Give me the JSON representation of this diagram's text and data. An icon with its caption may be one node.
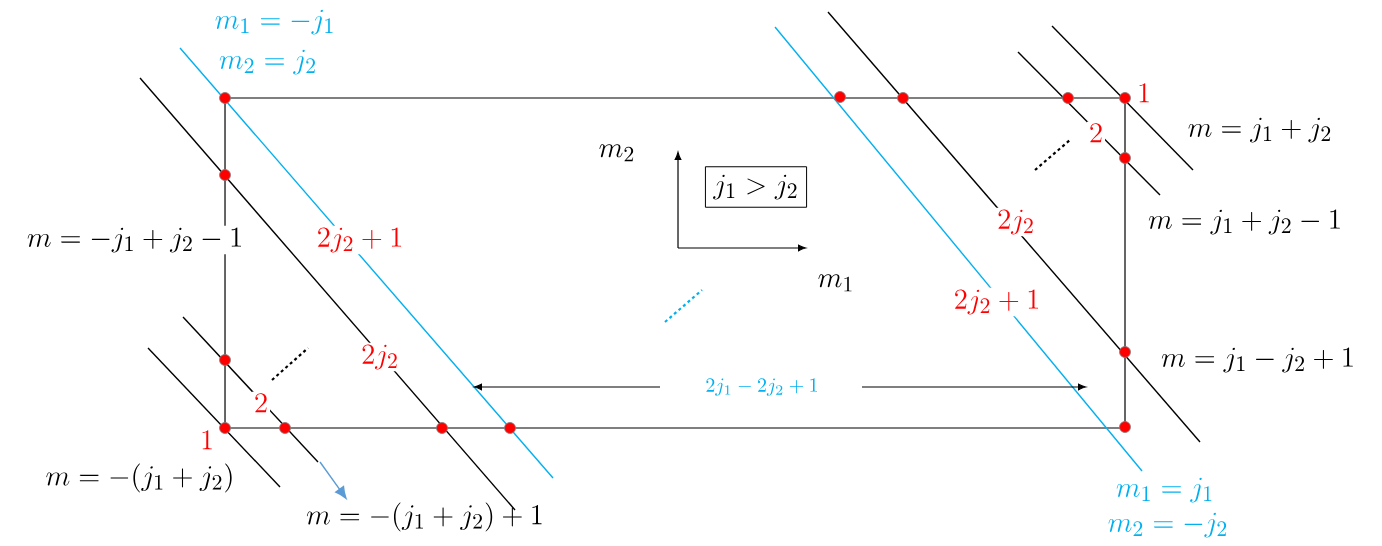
{
  "diagram": {
    "nodes": [
      {
        "text": [
          "j_1 > j_2"
        ]
      },
      {
        "text": [
          "m = -(j_1 + j_2) + 1"
        ]
      }
    ],
    "edges": [
      {
        "from": null,
        "to": 1,
        "arrow": "to",
        "color": "#5b9bd5"
      }
    ],
    "labels": [
      "m_1 = -j_1",
      "m_2 = j_2",
      "m = -j_1 + j_2 - 1",
      "2j_2 + 1",
      "2j_2",
      "2",
      "1",
      "m = -(j_1 + j_2)",
      "m_2",
      "m_1",
      "2j_1 - 2j_2 + 1",
      "1",
      "2",
      "m = j_1 + j_2",
      "m = j_1 + j_2 - 1",
      "2j_2",
      "2j_2 + 1",
      "m = j_1 - j_2 + 1",
      "m_1 = j_1",
      "m_2 = -j_2"
    ]
  }
}
